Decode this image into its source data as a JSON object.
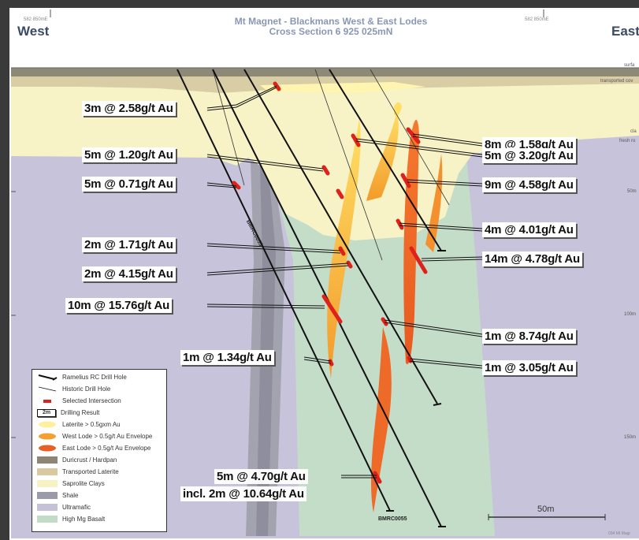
{
  "header": {
    "west_label": "West",
    "east_label": "East",
    "title_line1": "Mt Magnet - Blackmans West & East Lodes",
    "title_line2": "Cross Section 6 925 025mN",
    "coord_left": "582 850mE",
    "coord_right": "582 850mE"
  },
  "right_labels": {
    "surface": "surfa",
    "transported": "transported cov",
    "clay": "cla",
    "fresh": "fresh ro",
    "rl_50": "50m",
    "rl_100": "100m",
    "rl_150": "150m"
  },
  "results": [
    {
      "id": "r1",
      "text": "3m @ 2.58g/t Au"
    },
    {
      "id": "r2",
      "text": "5m @ 1.20g/t Au"
    },
    {
      "id": "r3",
      "text": "5m @ 0.71g/t Au"
    },
    {
      "id": "r4",
      "text": "2m @ 1.71g/t Au"
    },
    {
      "id": "r5",
      "text": "2m @ 4.15g/t Au"
    },
    {
      "id": "r6",
      "text": "10m @ 15.76g/t Au"
    },
    {
      "id": "r7",
      "text": "1m @ 1.34g/t Au"
    },
    {
      "id": "r8",
      "text": "5m @ 4.70g/t Au"
    },
    {
      "id": "r9",
      "text": "incl. 2m @ 10.64g/t Au"
    },
    {
      "id": "r10",
      "text": "8m @ 1.58g/t Au"
    },
    {
      "id": "r11",
      "text": "5m @ 3.20g/t Au"
    },
    {
      "id": "r12",
      "text": "9m @ 4.58g/t Au"
    },
    {
      "id": "r13",
      "text": "4m @ 4.01g/t Au"
    },
    {
      "id": "r14",
      "text": "14m @ 4.78g/t Au"
    },
    {
      "id": "r15",
      "text": "1m @ 8.74g/t Au"
    },
    {
      "id": "r16",
      "text": "1m @ 3.05g/t Au"
    }
  ],
  "holes": {
    "hole_a": "BMRC0055",
    "hole_b": "BMRC0055"
  },
  "legend": {
    "items": [
      "Ramelius RC Drill Hole",
      "Historic Drill Hole",
      "Selected Intersection",
      "Drilling Result",
      "Laterite > 0.5gxm Au",
      "West Lode > 0.5g/t Au Envelope",
      "East Lode > 0.5g/t Au Envelope",
      "Duricrust / Hardpan",
      "Transported Laterite",
      "Saprolite Clays",
      "Shale",
      "Ultramafic",
      "High Mg Basalt"
    ],
    "result_badge": "2m"
  },
  "scale": {
    "label": "50m"
  },
  "footer": "034 Mt Magr",
  "colors": {
    "ultramafic": "#c5c1d8",
    "basalt": "#c2dcc8",
    "saprolite": "#f6f2c4",
    "shale": "#9a9aa8",
    "duricrust": "#8d8676",
    "laterite": "#d8c9a0",
    "west_lode": "#f0a030",
    "east_lode": "#e86028",
    "intersection": "#e0201a"
  }
}
